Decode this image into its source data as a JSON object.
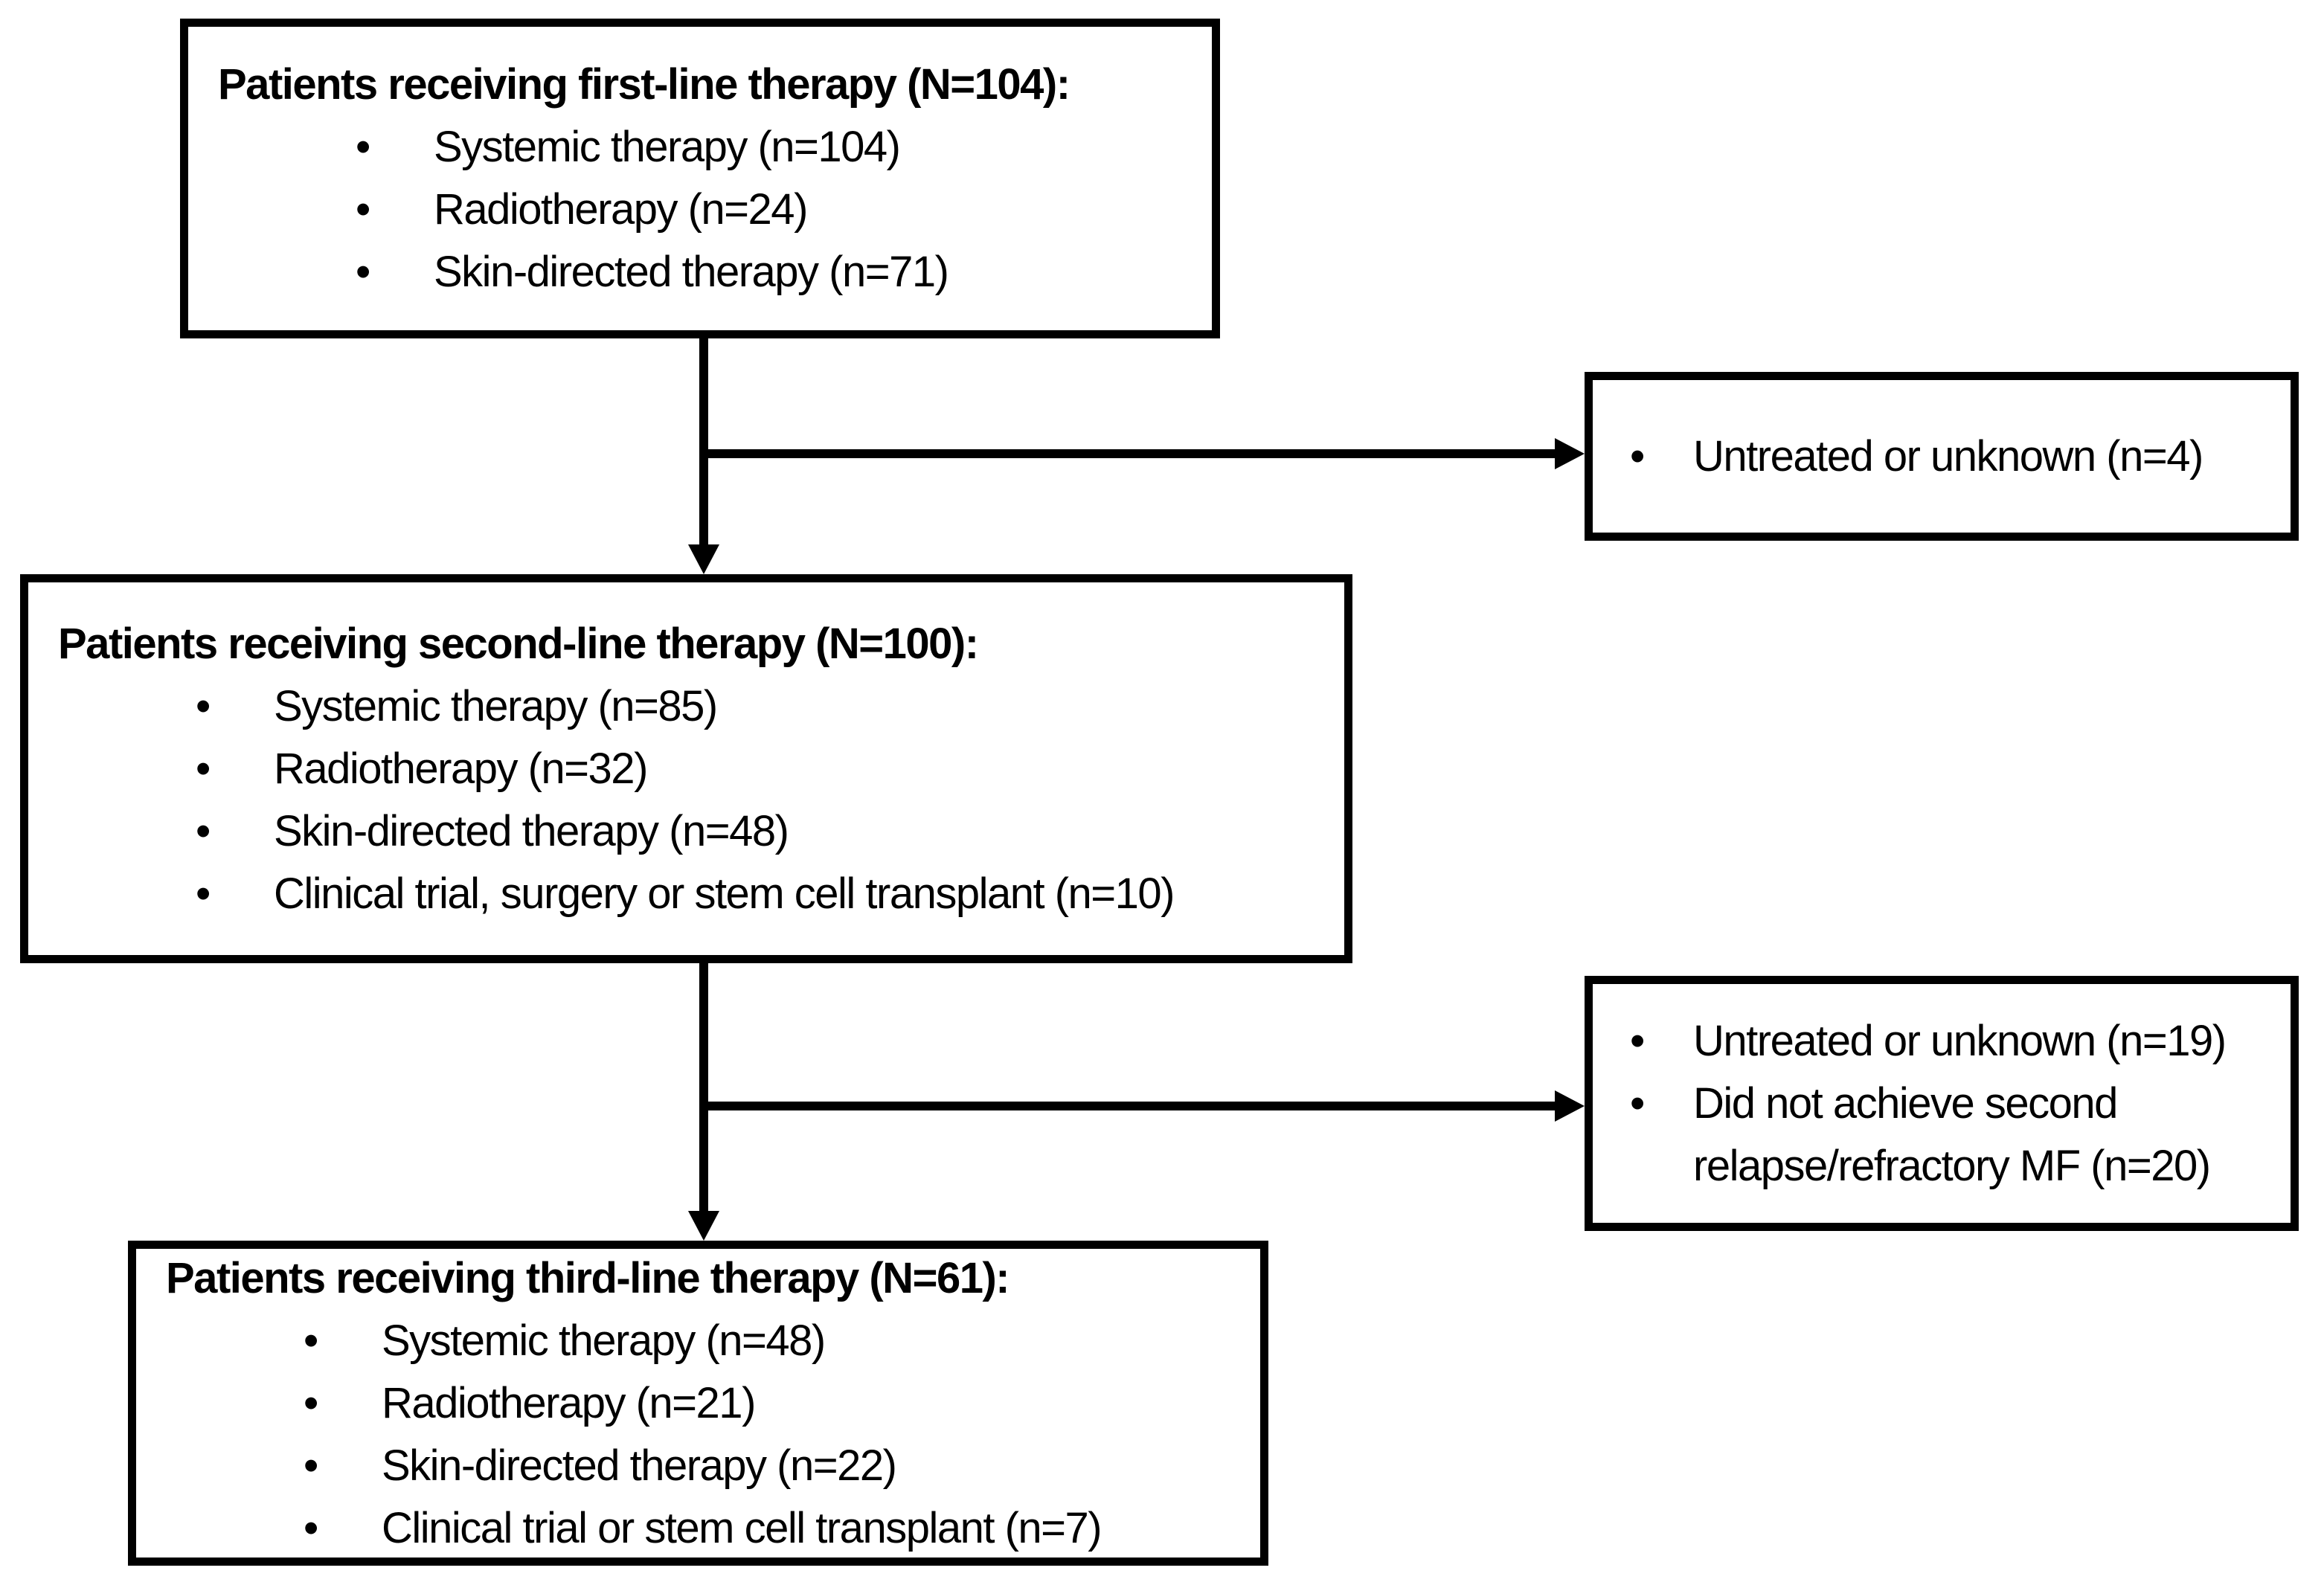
{
  "figure": {
    "background": "#ffffff",
    "ink": "#000000",
    "boxes": {
      "first_line": {
        "title": "Patients receiving first-line therapy (N=104):",
        "items": [
          "Systemic therapy (n=104)",
          "Radiotherapy (n=24)",
          "Skin-directed therapy (n=71)"
        ]
      },
      "first_line_offramp": {
        "items": [
          "Untreated or unknown (n=4)"
        ]
      },
      "second_line": {
        "title": "Patients receiving second-line therapy (N=100):",
        "items": [
          "Systemic therapy (n=85)",
          "Radiotherapy (n=32)",
          "Skin-directed therapy (n=48)",
          "Clinical trial, surgery or stem cell transplant (n=10)"
        ]
      },
      "second_line_offramp": {
        "items": [
          "Untreated or unknown (n=19)",
          "Did not achieve second relapse/refractory MF (n=20)"
        ]
      },
      "third_line": {
        "title": "Patients receiving third-line therapy (N=61):",
        "items": [
          "Systemic therapy (n=48)",
          "Radiotherapy (n=21)",
          "Skin-directed therapy (n=22)",
          "Clinical trial or stem cell transplant (n=7)"
        ]
      }
    }
  }
}
